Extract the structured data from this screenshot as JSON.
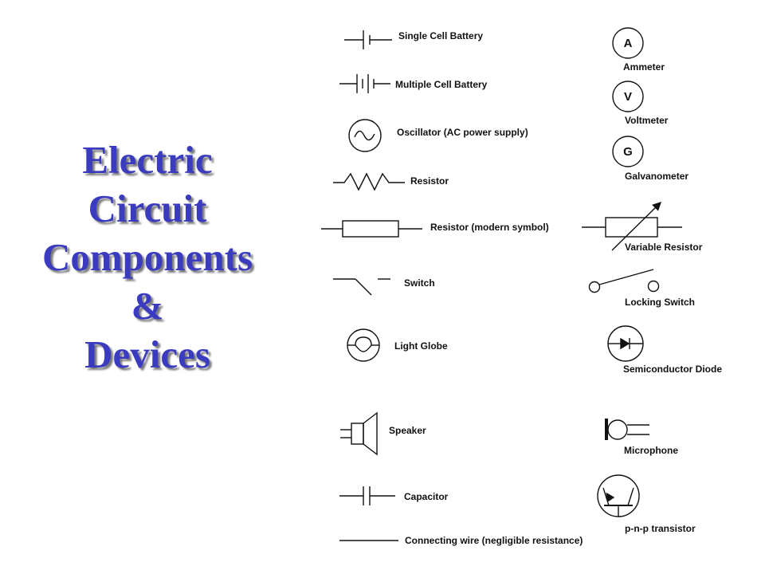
{
  "title": {
    "lines": [
      "Electric",
      "Circuit",
      "Components",
      "&",
      "Devices"
    ]
  },
  "labels": {
    "single_cell_battery": "Single Cell Battery",
    "multiple_cell_battery": "Multiple Cell Battery",
    "oscillator": "Oscillator (AC power supply)",
    "resistor": "Resistor",
    "resistor_modern": "Resistor (modern symbol)",
    "switch": "Switch",
    "light_globe": "Light Globe",
    "speaker": "Speaker",
    "capacitor": "Capacitor",
    "connecting_wire": "Connecting wire (negligible resistance)",
    "ammeter": "Ammeter",
    "voltmeter": "Voltmeter",
    "galvanometer": "Galvanometer",
    "variable_resistor": "Variable Resistor",
    "locking_switch": "Locking Switch",
    "semiconductor_diode": "Semiconductor Diode",
    "microphone": "Microphone",
    "pnp_transistor": "p-n-p transistor"
  },
  "meter_letters": {
    "ammeter": "A",
    "voltmeter": "V",
    "galvanometer": "G"
  }
}
